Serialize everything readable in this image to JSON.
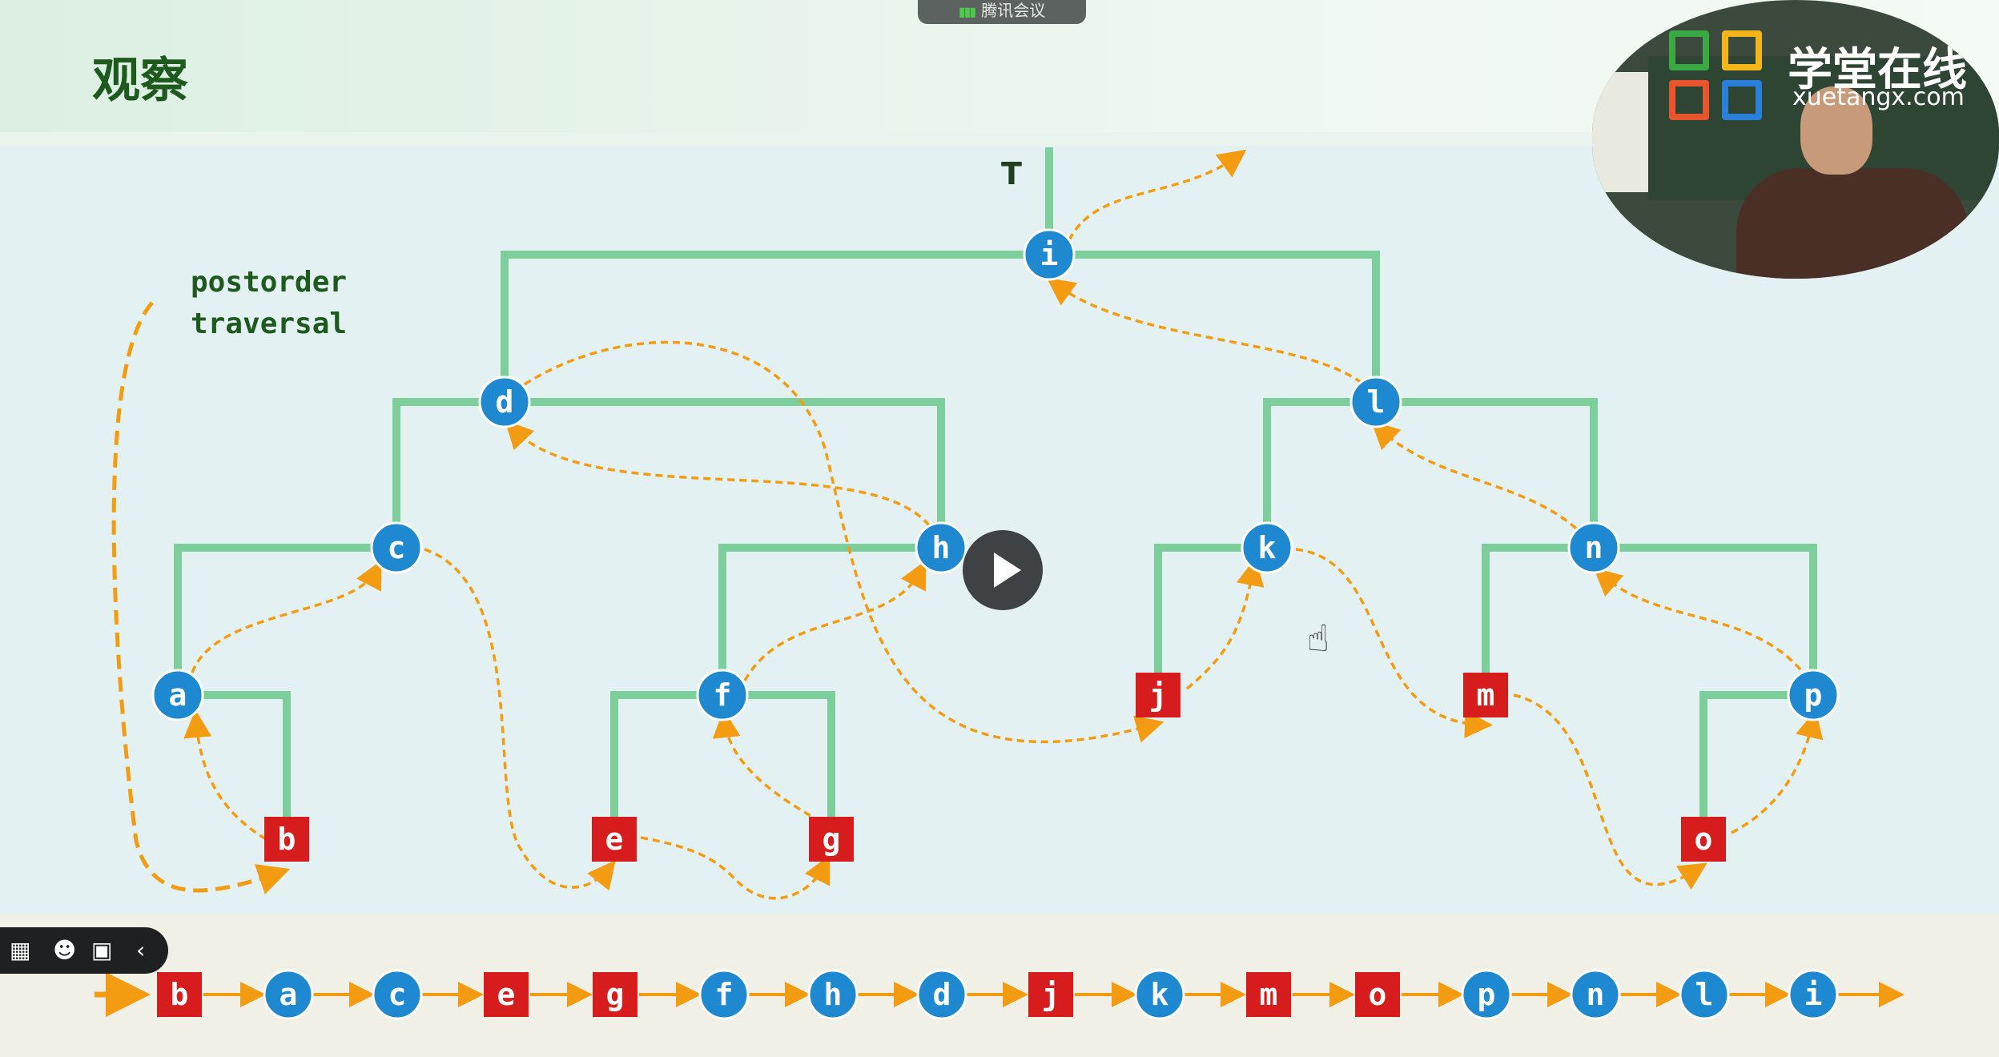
{
  "slide": {
    "title": "观察",
    "root_label": "T",
    "traversal_label_line1": "postorder",
    "traversal_label_line2": "traversal"
  },
  "meeting_bar": {
    "label": "腾讯会议"
  },
  "webcam": {
    "logo_text": "学堂在线",
    "logo_sub": "xuetangx.com"
  },
  "colors": {
    "tree_edge": "#7ccf9a",
    "internal_node": "#1e88d0",
    "leaf_node": "#d61c1c",
    "traversal_arrow": "#f39c12",
    "header_title": "#1e5a1e",
    "traversal_text": "#1e5a1e"
  },
  "tree": {
    "nodes": [
      {
        "id": "i",
        "kind": "internal"
      },
      {
        "id": "d",
        "kind": "internal"
      },
      {
        "id": "l",
        "kind": "internal"
      },
      {
        "id": "c",
        "kind": "internal"
      },
      {
        "id": "h",
        "kind": "internal"
      },
      {
        "id": "k",
        "kind": "internal"
      },
      {
        "id": "n",
        "kind": "internal"
      },
      {
        "id": "a",
        "kind": "internal"
      },
      {
        "id": "f",
        "kind": "internal"
      },
      {
        "id": "j",
        "kind": "leaf"
      },
      {
        "id": "m",
        "kind": "leaf"
      },
      {
        "id": "p",
        "kind": "internal"
      },
      {
        "id": "b",
        "kind": "leaf"
      },
      {
        "id": "e",
        "kind": "leaf"
      },
      {
        "id": "g",
        "kind": "leaf"
      },
      {
        "id": "o",
        "kind": "leaf"
      }
    ]
  },
  "sequence": [
    {
      "id": "b",
      "kind": "leaf"
    },
    {
      "id": "a",
      "kind": "internal"
    },
    {
      "id": "c",
      "kind": "internal"
    },
    {
      "id": "e",
      "kind": "leaf"
    },
    {
      "id": "g",
      "kind": "leaf"
    },
    {
      "id": "f",
      "kind": "internal"
    },
    {
      "id": "h",
      "kind": "internal"
    },
    {
      "id": "d",
      "kind": "internal"
    },
    {
      "id": "j",
      "kind": "leaf"
    },
    {
      "id": "k",
      "kind": "internal"
    },
    {
      "id": "m",
      "kind": "leaf"
    },
    {
      "id": "o",
      "kind": "leaf"
    },
    {
      "id": "p",
      "kind": "internal"
    },
    {
      "id": "n",
      "kind": "internal"
    },
    {
      "id": "l",
      "kind": "internal"
    },
    {
      "id": "i",
      "kind": "internal"
    }
  ],
  "toolbar": {
    "icons": [
      "apps-icon",
      "emoji-icon",
      "chat-icon",
      "collapse-icon"
    ]
  }
}
